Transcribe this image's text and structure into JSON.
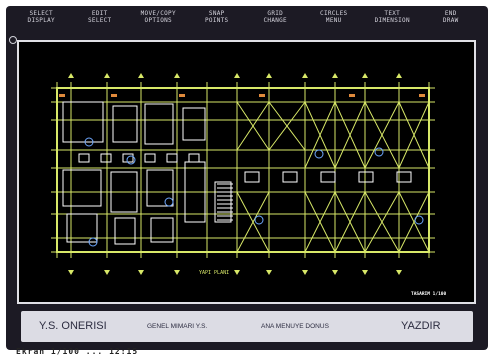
{
  "menu": [
    {
      "line1": "SELECT",
      "line2": "DISPLAY"
    },
    {
      "line1": "EDIT",
      "line2": "SELECT"
    },
    {
      "line1": "MOVE/COPY",
      "line2": "OPTIONS"
    },
    {
      "line1": "SNAP",
      "line2": "POINTS"
    },
    {
      "line1": "GRID",
      "line2": "CHANGE"
    },
    {
      "line1": "CIRCLES",
      "line2": "MENU"
    },
    {
      "line1": "TEXT",
      "line2": "DIMENSION"
    },
    {
      "line1": "END",
      "line2": "DRAW"
    }
  ],
  "drawing": {
    "label_bottom": "YAPI PLANI",
    "label_corner": "TASARIM 1/100"
  },
  "status": {
    "item1": "Y.S. ONERISI",
    "item2": "GENEL MIMARI Y.S.",
    "item3": "ANA MENUYE DONUS",
    "item4": "YAZDIR"
  },
  "bottom_text": "Ekran 1/100 ... 12:15",
  "colors": {
    "screen_bg": "#1c1a24",
    "plan_line": "#d8e868",
    "plan_detail": "#ffffff",
    "plan_blue": "#6ea8ff",
    "status_bg": "#dcdce4"
  }
}
